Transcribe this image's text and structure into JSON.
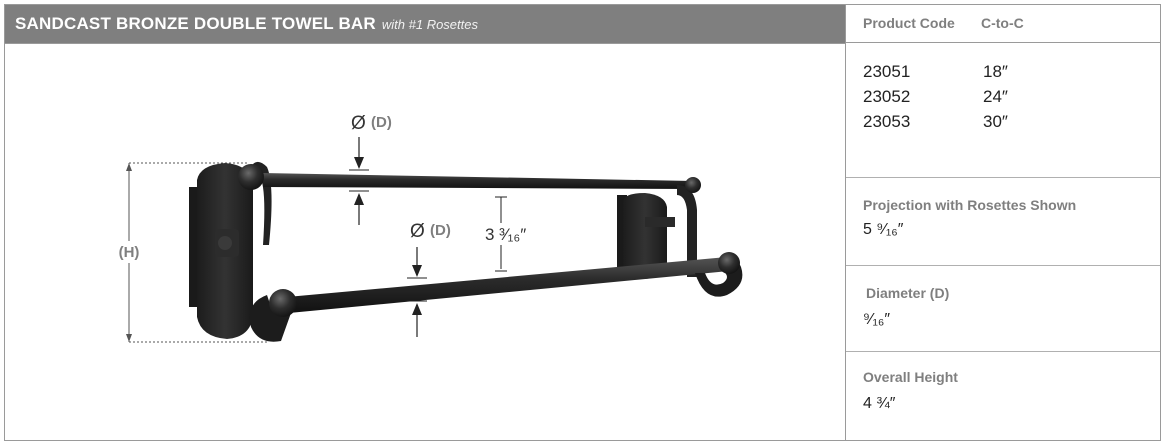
{
  "header": {
    "title": "SANDCAST BRONZE DOUBLE TOWEL BAR",
    "subtitle": "with #1 Rosettes"
  },
  "specs": {
    "product_code_header": "Product Code",
    "ctoc_header": "C-to-C",
    "rows": [
      {
        "code": "23051",
        "ctoc": "18″"
      },
      {
        "code": "23052",
        "ctoc": "24″"
      },
      {
        "code": "23053",
        "ctoc": "30″"
      }
    ],
    "projection_label": "Projection with Rosettes Shown",
    "projection_value": "5 ⁹⁄₁₆″",
    "diameter_label": "Diameter (D)",
    "diameter_value": "⁹⁄₁₆″",
    "height_label": "Overall Height",
    "height_value": "4 ¾″"
  },
  "diagram": {
    "height_label": "(H)",
    "diam_symbol": "Ø",
    "diam_letter": "(D)",
    "spacing_label": "3 ³⁄₁₆″"
  },
  "colors": {
    "header_bg": "#7f7f7f",
    "label_grey": "#7f7f7f",
    "bronze_dark": "#2a2a2a"
  }
}
